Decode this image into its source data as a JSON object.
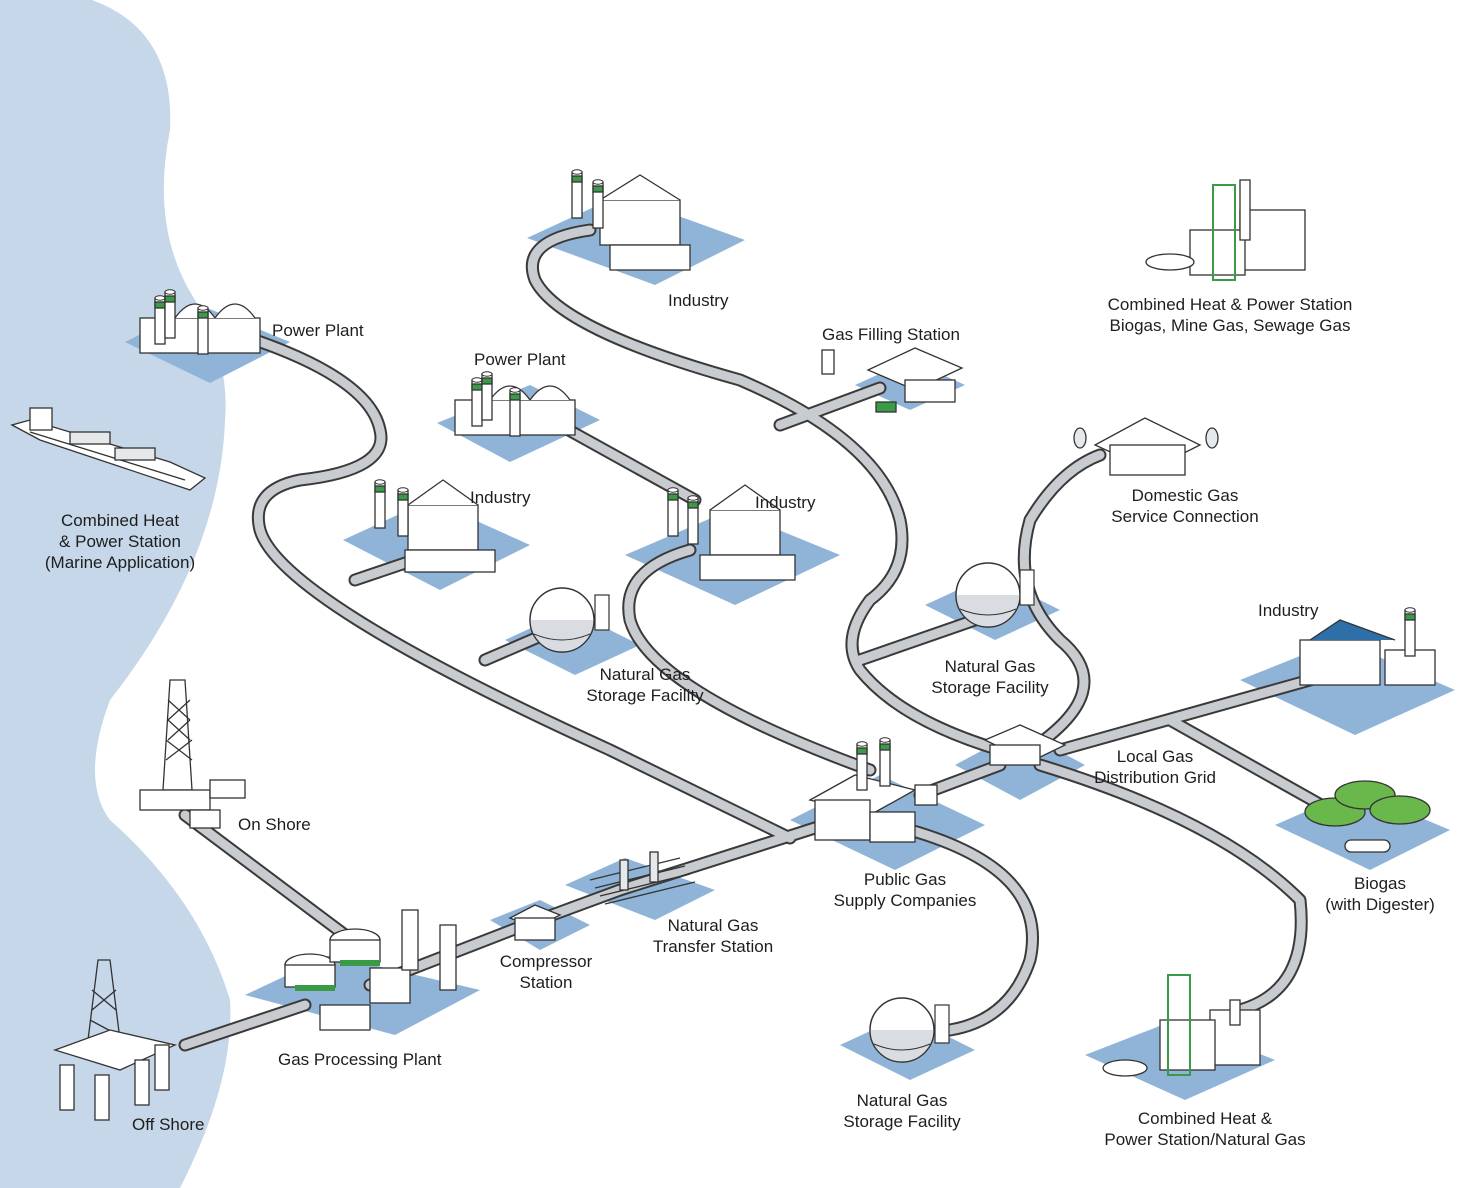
{
  "colors": {
    "sea": "#c5d7e8",
    "pad": "#8fb4d8",
    "pipe_fill": "#c8cbcf",
    "pipe_edge": "#3a3a3a",
    "accent_green": "#3a9a45",
    "building": "#ffffff",
    "window": "#2f6fa8"
  },
  "labels": {
    "chp_marine": [
      "Combined Heat",
      "& Power Station",
      "(Marine Application)"
    ],
    "power_plant_1": [
      "Power Plant"
    ],
    "power_plant_2": [
      "Power Plant"
    ],
    "industry_top": [
      "Industry"
    ],
    "industry_left": [
      "Industry"
    ],
    "industry_mid": [
      "Industry"
    ],
    "industry_right": [
      "Industry"
    ],
    "gas_filling": [
      "Gas Filling Station"
    ],
    "chp_biogas": [
      "Combined Heat & Power Station",
      "Biogas, Mine Gas, Sewage Gas"
    ],
    "domestic": [
      "Domestic Gas",
      "Service Connection"
    ],
    "storage_left": [
      "Natural Gas",
      "Storage Facility"
    ],
    "storage_right": [
      "Natural Gas",
      "Storage Facility"
    ],
    "storage_bottom": [
      "Natural Gas",
      "Storage Facility"
    ],
    "local_grid": [
      "Local Gas",
      "Distribution Grid"
    ],
    "public_gas": [
      "Public Gas",
      "Supply Companies"
    ],
    "biogas": [
      "Biogas",
      "(with Digester)"
    ],
    "on_shore": [
      "On Shore"
    ],
    "off_shore": [
      "Off Shore"
    ],
    "processing": [
      "Gas Processing Plant"
    ],
    "compressor": [
      "Compressor",
      "Station"
    ],
    "transfer": [
      "Natural Gas",
      "Transfer Station"
    ],
    "chp_natural_gas": [
      "Combined Heat &",
      "Power Station/Natural Gas"
    ]
  }
}
